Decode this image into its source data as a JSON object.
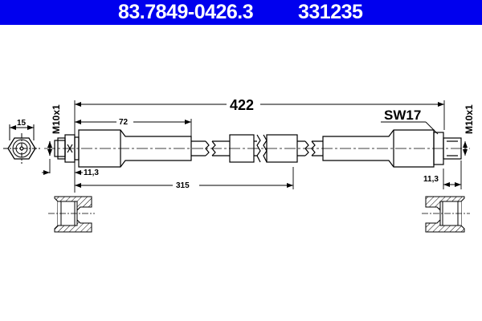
{
  "header": {
    "part_number": "83.7849-0426.3",
    "reference_number": "331235",
    "background_color": "#0000ee",
    "text_color": "#ffffff"
  },
  "drawing": {
    "type": "brake hose technical drawing",
    "dimensions": {
      "overall_length": "422",
      "fitting_length": "72",
      "partial_length": "315",
      "left_thread_length": "11,3",
      "right_thread_length": "11,3",
      "end_view_width": "15",
      "left_thread": "M10x1",
      "right_thread": "M10x1",
      "wrench_size": "SW17"
    },
    "views": [
      {
        "name": "end-view-left"
      },
      {
        "name": "hose-side-view"
      },
      {
        "name": "port-section-left"
      },
      {
        "name": "port-section-right"
      }
    ]
  }
}
